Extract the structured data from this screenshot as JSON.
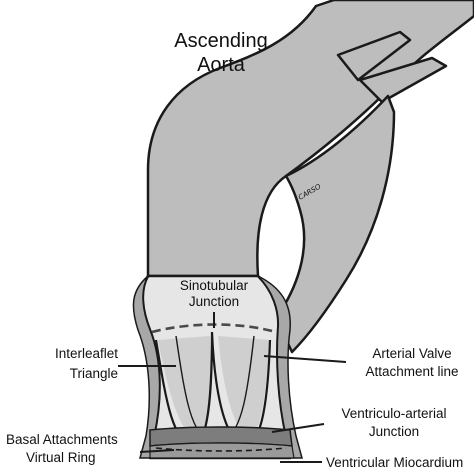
{
  "title": {
    "line1": "Ascending",
    "line2": "Aorta"
  },
  "labels": {
    "sinotubular": {
      "line1": "Sinotubular",
      "line2": "Junction"
    },
    "interleaflet": {
      "line1": "Interleaflet",
      "line2": "Triangle"
    },
    "arterial_valve": {
      "line1": "Arterial Valve",
      "line2": "Attachment line"
    },
    "ventriculo_arterial": {
      "line1": "Ventriculo-arterial",
      "line2": "Junction"
    },
    "basal": {
      "line1": "Basal Attachments",
      "line2": "Virtual Ring"
    },
    "myocardium": {
      "line1": "Ventricular Miocardium"
    }
  },
  "signature": "CARSO",
  "colors": {
    "aorta_fill": "#bdbdbd",
    "root_light": "#e6e6e6",
    "leaflet_shade": "#cfcfcf",
    "myocardium_band": "#7d7d7d",
    "outline": "#1a1a1a"
  }
}
